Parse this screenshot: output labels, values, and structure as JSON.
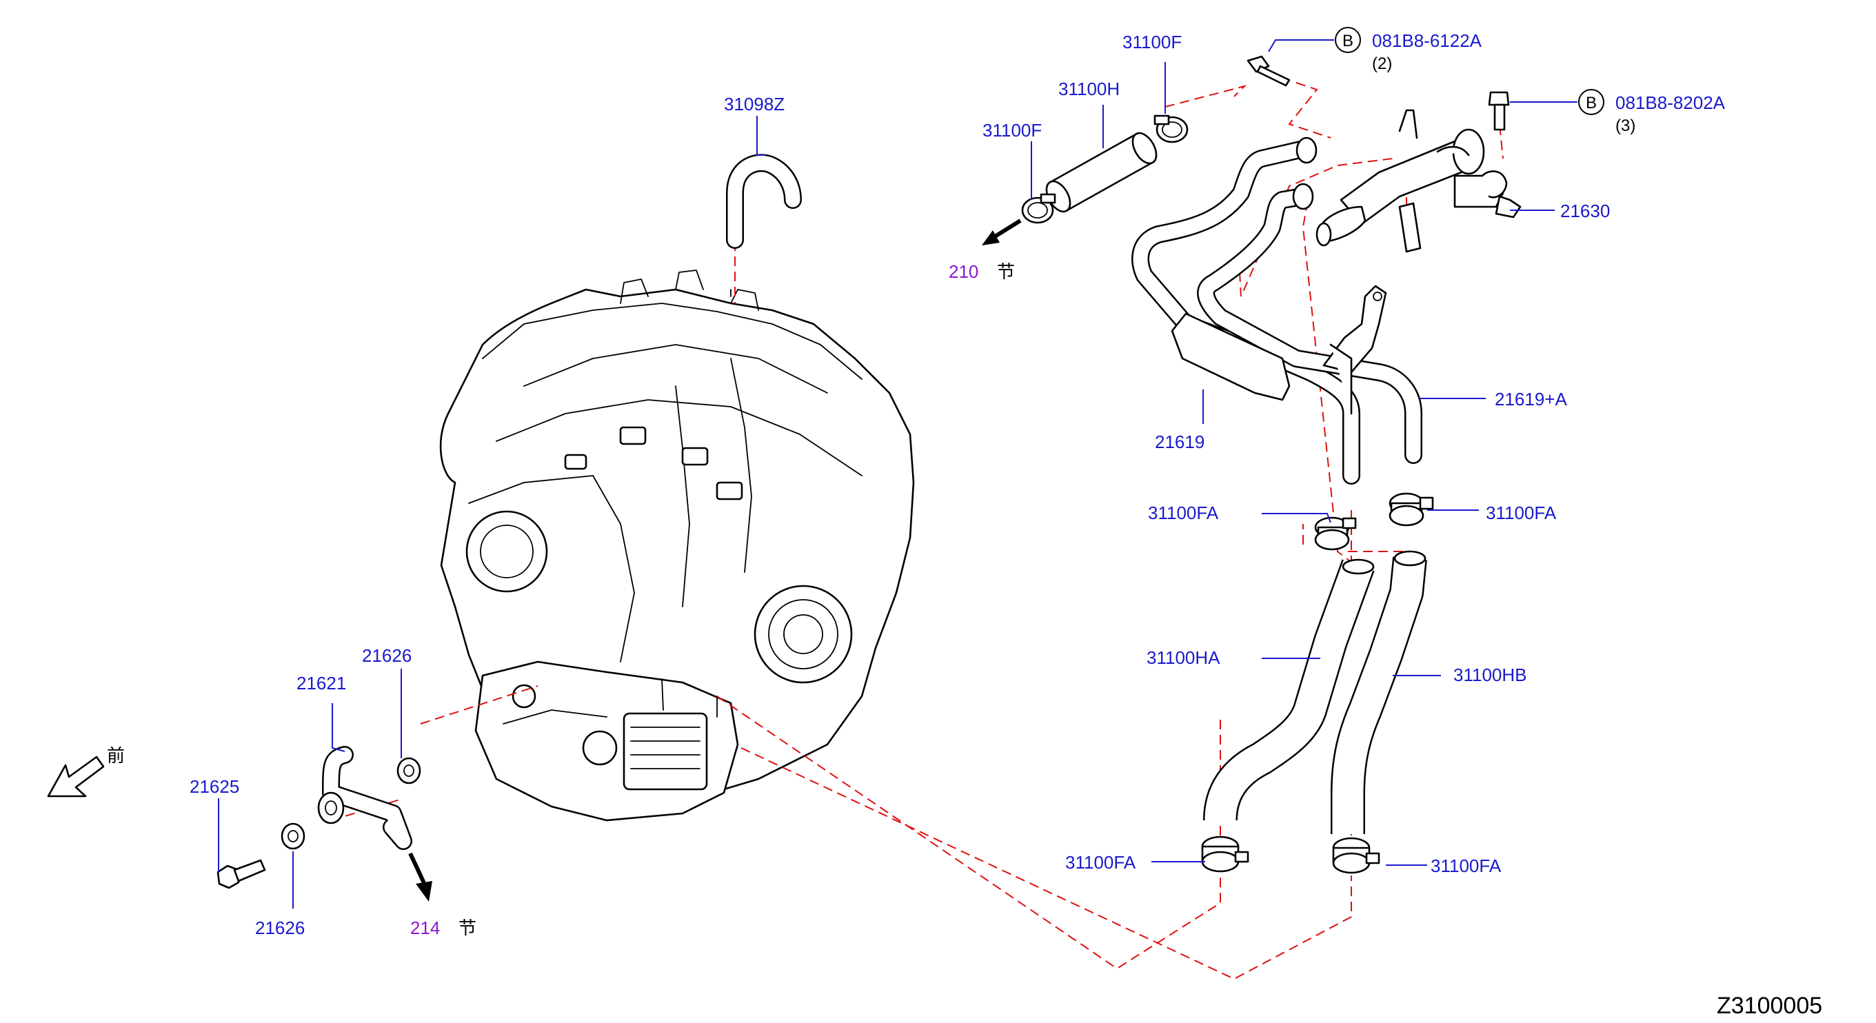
{
  "labels": {
    "p31098z": "31098Z",
    "p31100f_top": "31100F",
    "p31100h": "31100H",
    "p31100f_left": "31100F",
    "ref210": "210",
    "jie210": "节",
    "bolt1_code": "081B8-6122A",
    "bolt1_qty": "(2)",
    "bolt2_code": "081B8-8202A",
    "bolt2_qty": "(3)",
    "circle_b": "B",
    "p21630": "21630",
    "p21619a": "21619+A",
    "p21619": "21619",
    "p31100fa_1": "31100FA",
    "p31100fa_2": "31100FA",
    "p31100ha": "31100HA",
    "p31100hb": "31100HB",
    "p31100fa_3": "31100FA",
    "p31100fa_4": "31100FA",
    "p21626_top": "21626",
    "p21621": "21621",
    "p21625": "21625",
    "p21626_bot": "21626",
    "ref214": "214",
    "jie214": "节",
    "front": "前",
    "diagram_id": "Z3100005"
  },
  "colors": {
    "label": "#1a1acc",
    "reference": "#8a1ad0",
    "dashed_guide": "#e01010",
    "line_art": "#000000"
  }
}
